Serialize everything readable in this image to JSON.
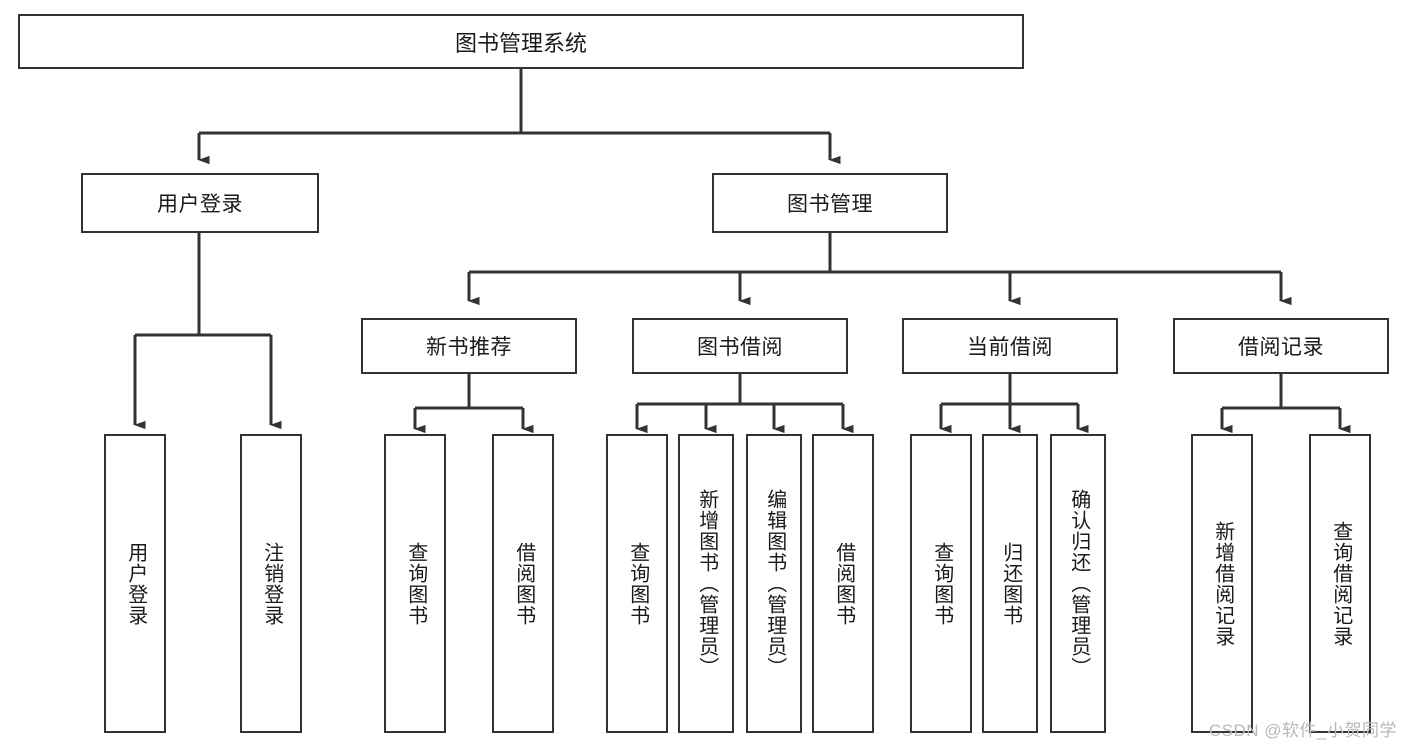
{
  "diagram": {
    "title": "图书管理系统",
    "type": "hierarchy-tree",
    "style": {
      "background": "#ffffff",
      "box_border": "#333333",
      "box_fill": "#ffffff",
      "connector": "#333333",
      "text": "#1a1a1a"
    },
    "root": {
      "label": "图书管理系统"
    },
    "level2": [
      {
        "label": "用户登录"
      },
      {
        "label": "图书管理"
      }
    ],
    "level3": [
      {
        "label": "新书推荐"
      },
      {
        "label": "图书借阅"
      },
      {
        "label": "当前借阅"
      },
      {
        "label": "借阅记录"
      }
    ],
    "leaves": {
      "user_login": [
        {
          "label": "用户登录"
        },
        {
          "label": "注销登录"
        }
      ],
      "new_book_recommend": [
        {
          "label": "查询图书"
        },
        {
          "label": "借阅图书"
        }
      ],
      "book_borrow": [
        {
          "label": "查询图书"
        },
        {
          "label": "新增图书（管理员）"
        },
        {
          "label": "编辑图书（管理员）"
        },
        {
          "label": "借阅图书"
        }
      ],
      "current_borrow": [
        {
          "label": "查询图书"
        },
        {
          "label": "归还图书"
        },
        {
          "label": "确认归还（管理员）"
        }
      ],
      "borrow_record": [
        {
          "label": "新增借阅记录"
        },
        {
          "label": "查询借阅记录"
        }
      ]
    }
  },
  "watermark": {
    "text": "CSDN @软件_小贺同学"
  }
}
